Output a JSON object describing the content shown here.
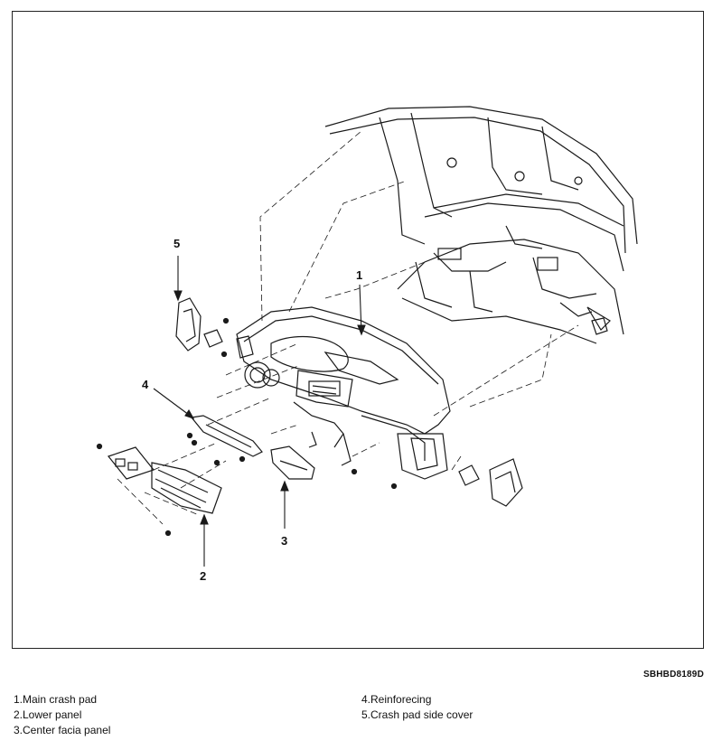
{
  "callouts": [
    "1",
    "2",
    "3",
    "4",
    "5"
  ],
  "figure_code": "SBHBD8189D",
  "legend_left": [
    "1.Main crash pad",
    "2.Lower panel",
    "3.Center facia panel"
  ],
  "legend_right": [
    "4.Reinforecing",
    "5.Crash pad side cover"
  ]
}
